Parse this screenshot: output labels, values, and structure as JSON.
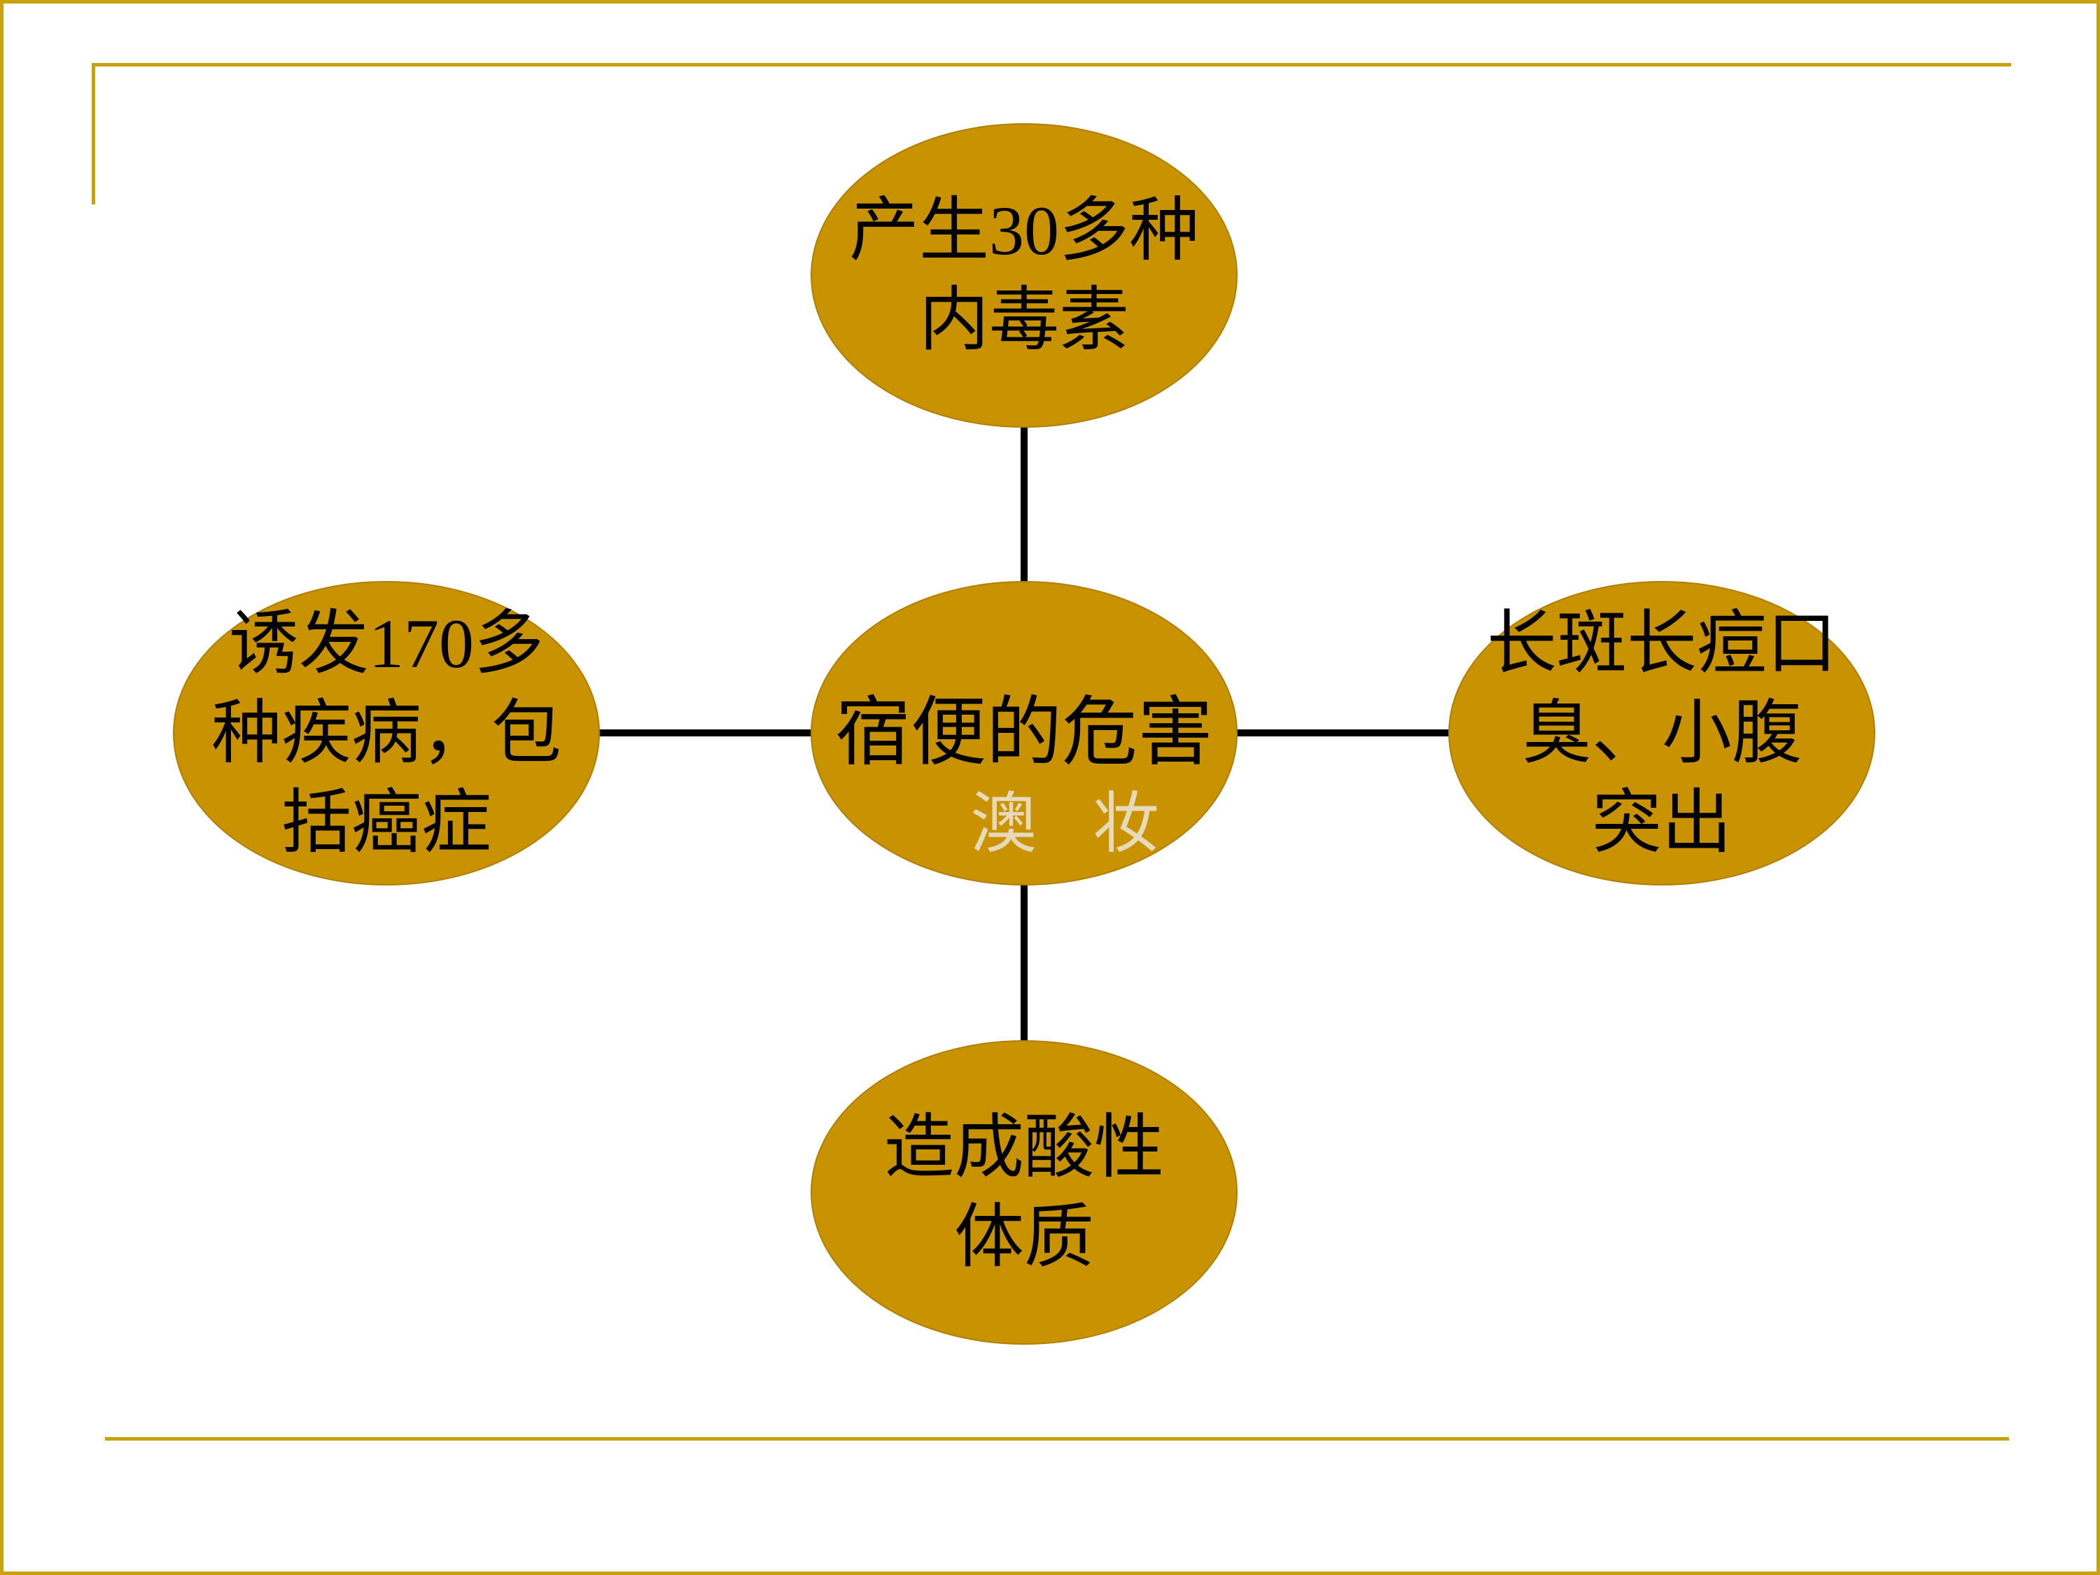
{
  "slide": {
    "background_color": "#FFFFFF",
    "accent_color": "#C9A20B",
    "node_fill_color": "#C89200",
    "connector_color": "#000000",
    "watermark_text": "澳 妆"
  },
  "diagram": {
    "type": "radial",
    "center": {
      "label": "宿便的危害"
    },
    "nodes": [
      {
        "id": "top",
        "label": "产生30多种\n内毒素"
      },
      {
        "id": "left",
        "label": "诱发170多\n种疾病，包\n括癌症"
      },
      {
        "id": "right",
        "label": "长斑长痘口\n臭、小腹\n突出"
      },
      {
        "id": "bottom",
        "label": "造成酸性\n体质"
      }
    ]
  }
}
